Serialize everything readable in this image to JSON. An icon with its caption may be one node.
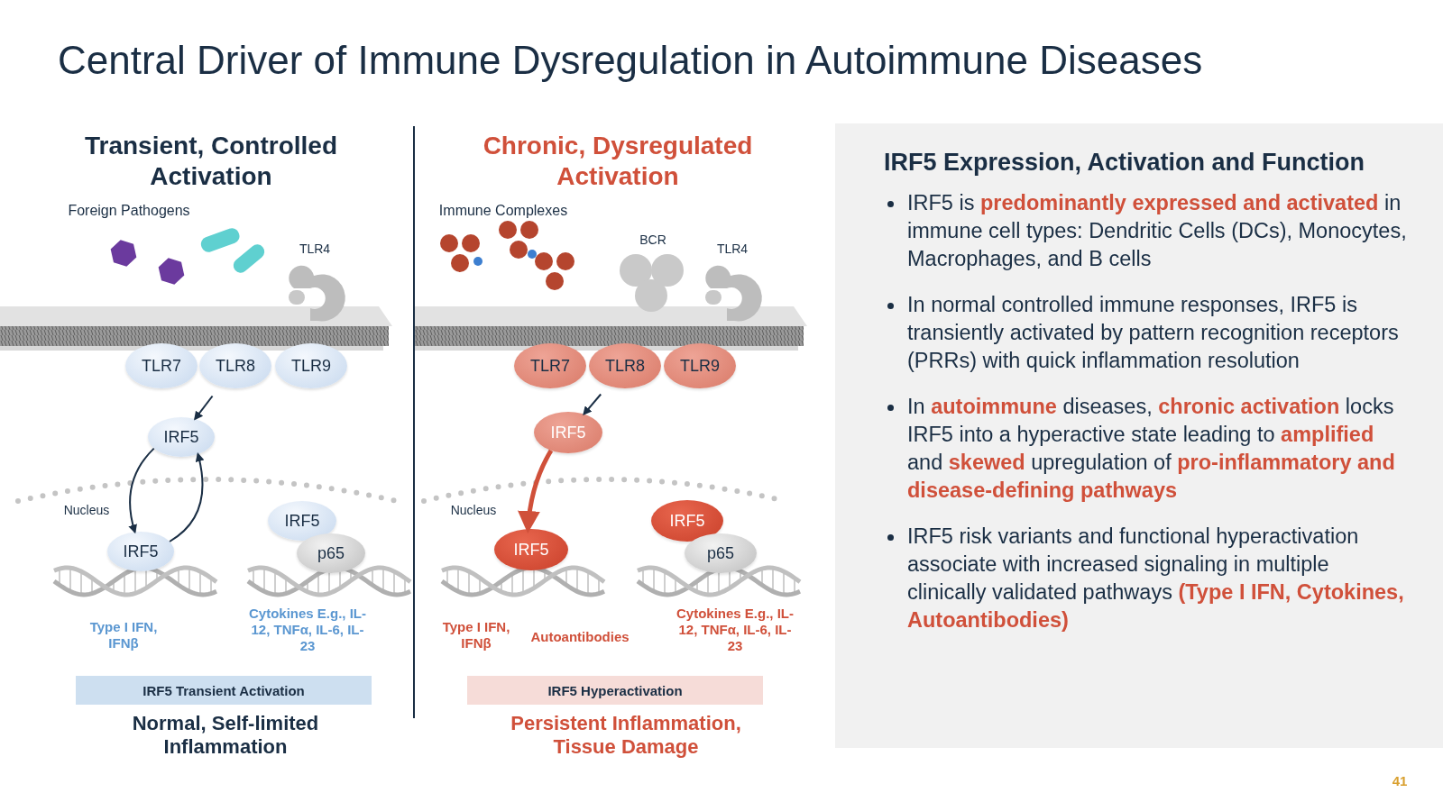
{
  "diagram": {
    "title": "Central Driver of Immune Dysregulation in Autoimmune Diseases",
    "nodes": [
      {
        "text": [
          "TLR7"
        ]
      },
      {
        "text": [
          "TLR8"
        ]
      },
      {
        "text": [
          "TLR9"
        ]
      },
      {
        "text": [
          "IRF5"
        ]
      },
      {
        "text": [
          "IRF5"
        ]
      },
      {
        "text": [
          "IRF5"
        ]
      },
      {
        "text": [
          "p65"
        ]
      },
      {
        "text": [
          "IRF5 Transient Activation"
        ]
      },
      {
        "text": [
          "TLR7"
        ]
      },
      {
        "text": [
          "TLR8"
        ]
      },
      {
        "text": [
          "TLR9"
        ]
      },
      {
        "text": [
          "IRF5"
        ]
      },
      {
        "text": [
          "IRF5"
        ]
      },
      {
        "text": [
          "IRF5"
        ]
      },
      {
        "text": [
          "p65"
        ]
      },
      {
        "text": [
          "IRF5 Hyperactivation"
        ]
      },
      {
        "text": [
          "IRF5 Expression, Activation and Function",
          "IRF5 is **predominantly expressed and activated** in immune cell types: Dendritic Cells (DCs), Monocytes, Macrophages, and B cells",
          "In normal controlled immune responses, IRF5 is transiently activated by pattern recognition receptors (PRRs) with quick inflammation resolution",
          "In **autoimmune** diseases, **chronic activation** locks IRF5 into a hyperactive state leading to **amplified** and **skewed** upregulation of **pro-inflammatory and disease-defining pathways**",
          "IRF5 risk variants and functional hyperactivation associate with increased signaling in multiple clinically validated pathways **(Type I IFN, Cytokines, Autoantibodies)**"
        ]
      }
    ],
    "edges": [
      {
        "from": 1,
        "to": 3,
        "arrow": "to"
      },
      {
        "from": 3,
        "to": 4,
        "arrow": "to"
      },
      {
        "from": 4,
        "to": 3,
        "arrow": "to"
      },
      {
        "from": 9,
        "to": 11,
        "arrow": "to"
      },
      {
        "from": 11,
        "to": 12,
        "arrow": "to",
        "style": "thick",
        "color": "#d0503a"
      }
    ],
    "labels": [
      "Transient, Controlled Activation",
      "Chronic, Dysregulated Activation",
      "Foreign Pathogens",
      "TLR4",
      "Immune Complexes",
      "BCR",
      "TLR4",
      "Nucleus",
      "Nucleus",
      "Type I IFN, IFNβ",
      "Cytokines E.g., IL-12, TNFα, IL-6, IL-23",
      "Type I IFN, IFNβ",
      "Autoantibodies",
      "Cytokines E.g., IL-12, TNFα, IL-6, IL-23",
      "Normal, Self-limited Inflammation",
      "Persistent Inflammation, Tissue Damage",
      "41"
    ]
  }
}
